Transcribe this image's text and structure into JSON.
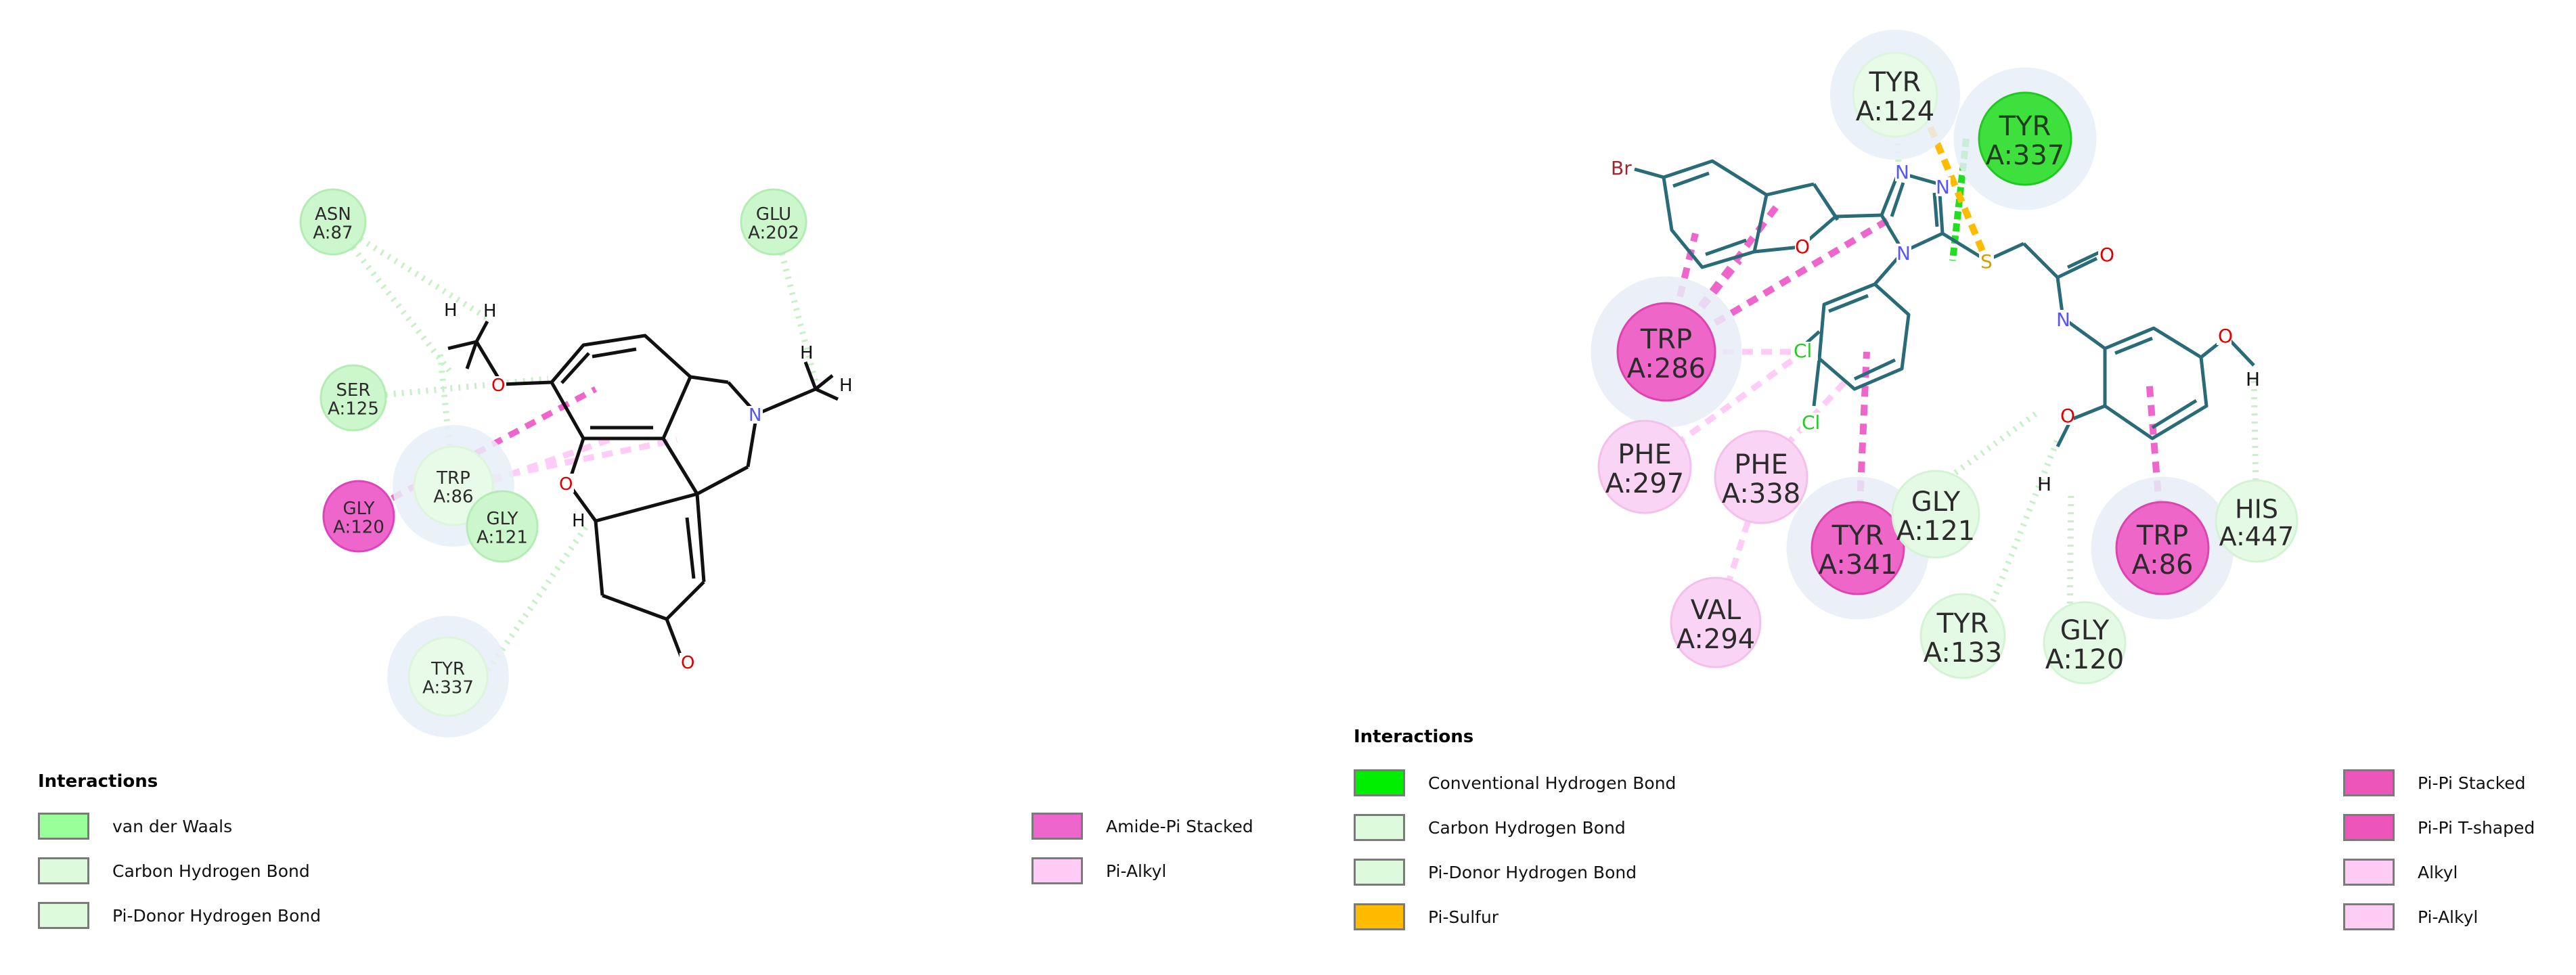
{
  "left_panel": {
    "atoms": {
      "o1": "O",
      "o2": "O",
      "o3": "O",
      "n": "N",
      "h1": "H",
      "h2": "H",
      "h3": "H",
      "h4": "H",
      "h5": "H"
    },
    "residues": [
      {
        "id": "asn87",
        "name": "ASN",
        "num": "A:87",
        "type": "vdw"
      },
      {
        "id": "glu202",
        "name": "GLU",
        "num": "A:202",
        "type": "vdw"
      },
      {
        "id": "ser125",
        "name": "SER",
        "num": "A:125",
        "type": "vdw"
      },
      {
        "id": "gly120",
        "name": "GLY",
        "num": "A:120",
        "type": "amide"
      },
      {
        "id": "trp86",
        "name": "TRP",
        "num": "A:86",
        "type": "pidonor"
      },
      {
        "id": "gly121",
        "name": "GLY",
        "num": "A:121",
        "type": "vdw"
      },
      {
        "id": "tyr337",
        "name": "TYR",
        "num": "A:337",
        "type": "pidonor"
      }
    ],
    "legend": {
      "title": "Interactions",
      "items": [
        {
          "label": "van der Waals",
          "color": "#99ff99"
        },
        {
          "label": "Carbon Hydrogen Bond",
          "color": "#ddfadd"
        },
        {
          "label": "Pi-Donor Hydrogen Bond",
          "color": "#ddfadd"
        },
        {
          "label": "Amide-Pi Stacked",
          "color": "#ee66cc"
        },
        {
          "label": "Pi-Alkyl",
          "color": "#ffccf5"
        }
      ]
    }
  },
  "right_panel": {
    "atoms": {
      "br": "Br",
      "o1": "O",
      "o2": "O",
      "o3": "O",
      "o4": "O",
      "n1": "N",
      "n2": "N",
      "n3": "N",
      "n4": "N",
      "s": "S",
      "cl1": "Cl",
      "cl2": "Cl",
      "h1": "H",
      "h2": "H"
    },
    "residues": [
      {
        "id": "tyr124",
        "name": "TYR",
        "num": "A:124",
        "type": "pidonor"
      },
      {
        "id": "tyr337",
        "name": "TYR",
        "num": "A:337",
        "type": "conventional"
      },
      {
        "id": "trp286",
        "name": "TRP",
        "num": "A:286",
        "type": "pipi"
      },
      {
        "id": "phe297",
        "name": "PHE",
        "num": "A:297",
        "type": "alkyl"
      },
      {
        "id": "phe338",
        "name": "PHE",
        "num": "A:338",
        "type": "alkyl"
      },
      {
        "id": "tyr341",
        "name": "TYR",
        "num": "A:341",
        "type": "pipi"
      },
      {
        "id": "gly121",
        "name": "GLY",
        "num": "A:121",
        "type": "carbonh"
      },
      {
        "id": "trp86",
        "name": "TRP",
        "num": "A:86",
        "type": "pipi"
      },
      {
        "id": "his447",
        "name": "HIS",
        "num": "A:447",
        "type": "carbonh"
      },
      {
        "id": "val294",
        "name": "VAL",
        "num": "A:294",
        "type": "alkyl"
      },
      {
        "id": "tyr133",
        "name": "TYR",
        "num": "A:133",
        "type": "carbonh"
      },
      {
        "id": "gly120",
        "name": "GLY",
        "num": "A:120",
        "type": "carbonh"
      }
    ],
    "legend": {
      "title": "Interactions",
      "items": [
        {
          "label": "Conventional Hydrogen Bond",
          "color": "#00ee00"
        },
        {
          "label": "Carbon Hydrogen Bond",
          "color": "#ddfadd"
        },
        {
          "label": "Pi-Donor Hydrogen Bond",
          "color": "#ddfadd"
        },
        {
          "label": "Pi-Sulfur",
          "color": "#ffbb00"
        },
        {
          "label": "Pi-Pi Stacked",
          "color": "#ee55bb"
        },
        {
          "label": "Pi-Pi T-shaped",
          "color": "#ee55bb"
        },
        {
          "label": "Alkyl",
          "color": "#ffccf5"
        },
        {
          "label": "Pi-Alkyl",
          "color": "#ffccf5"
        }
      ]
    }
  }
}
